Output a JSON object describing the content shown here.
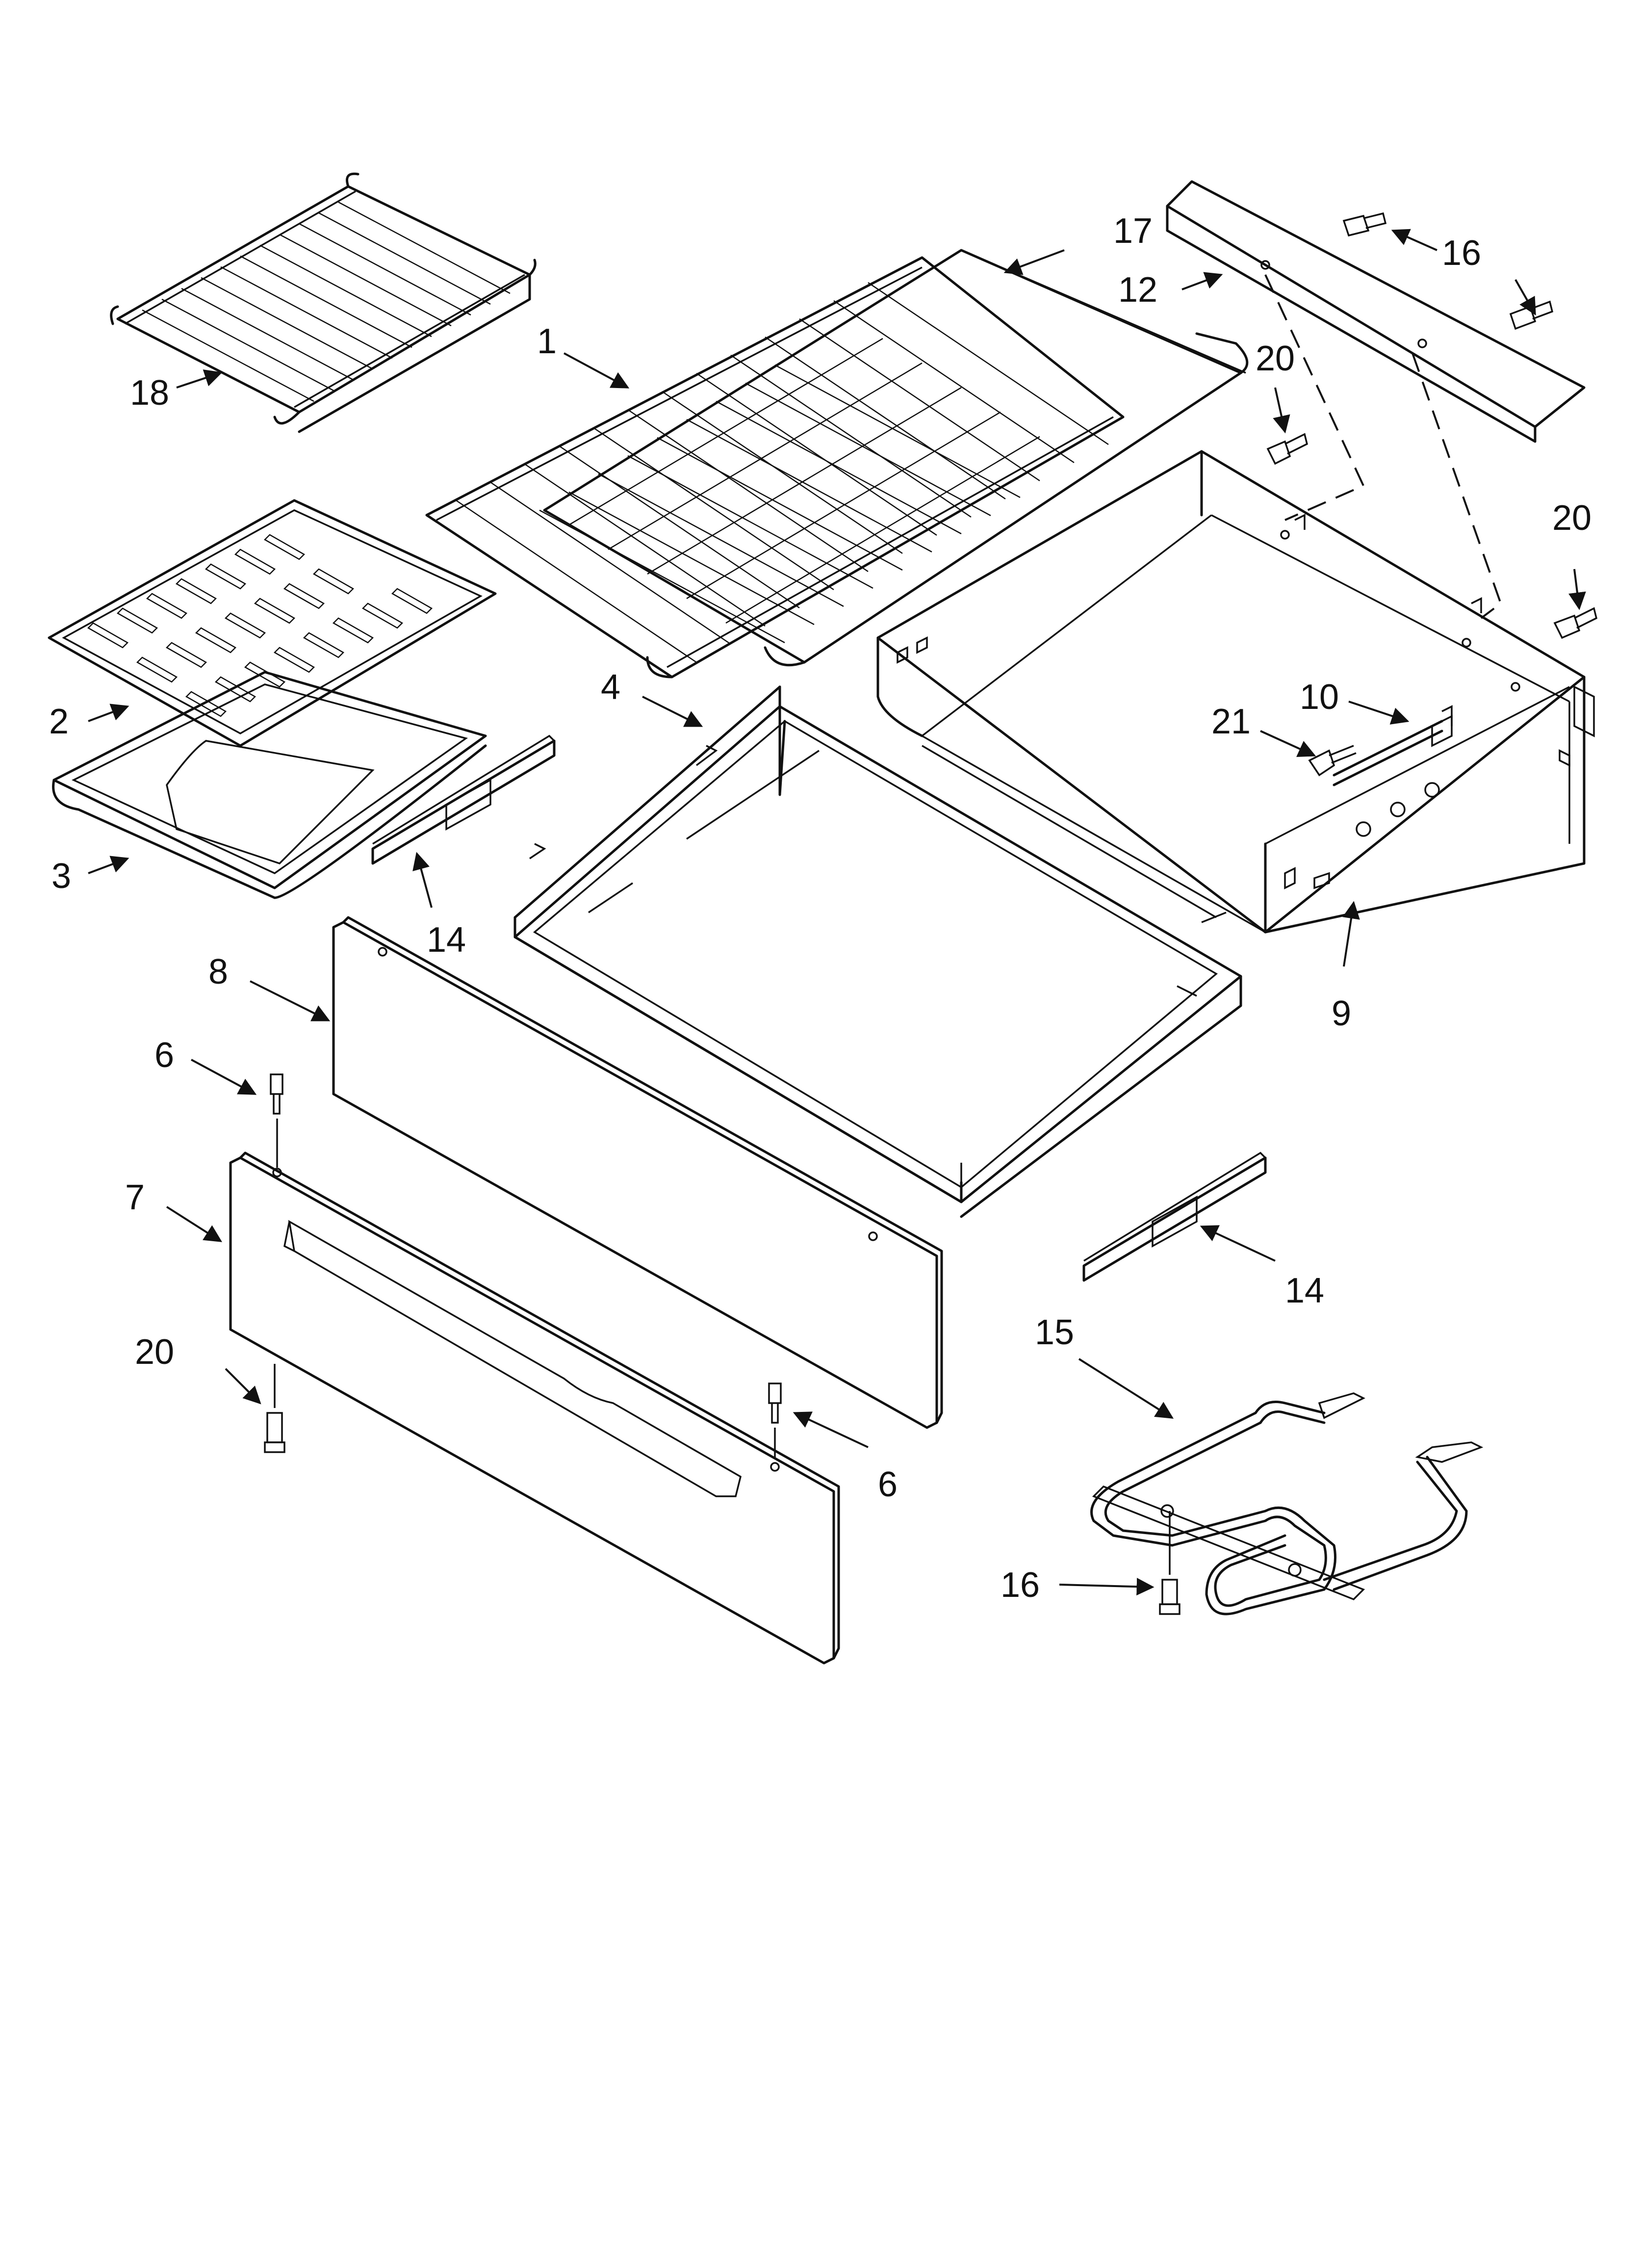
{
  "diagram": {
    "callouts": {
      "c1": "1",
      "c2": "2",
      "c3": "3",
      "c4": "4",
      "c6a": "6",
      "c6b": "6",
      "c7": "7",
      "c8": "8",
      "c9": "9",
      "c10": "10",
      "c12": "12",
      "c14a": "14",
      "c14b": "14",
      "c15": "15",
      "c16a": "16",
      "c16b": "16",
      "c17": "17",
      "c18": "18",
      "c20a": "20",
      "c20b": "20",
      "c20c": "20",
      "c21": "21"
    }
  }
}
